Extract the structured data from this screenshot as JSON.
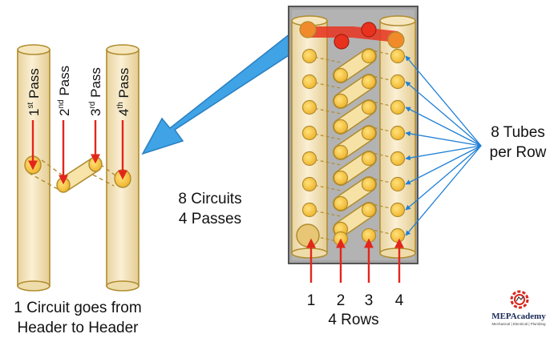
{
  "left_diagram": {
    "pass_labels": [
      {
        "num": "1",
        "sup": "st",
        "word": "Pass"
      },
      {
        "num": "2",
        "sup": "nd",
        "word": "Pass"
      },
      {
        "num": "3",
        "sup": "rd",
        "word": "Pass"
      },
      {
        "num": "4",
        "sup": "th",
        "word": "Pass"
      }
    ],
    "caption_line1": "1 Circuit goes from",
    "caption_line2": "Header to Header"
  },
  "middle": {
    "line1": "8 Circuits",
    "line2": "4 Passes"
  },
  "right_diagram": {
    "row_numbers": [
      "1",
      "2",
      "3",
      "4"
    ],
    "rows_label": "4 Rows",
    "tubes_line1": "8 Tubes",
    "tubes_line2": "per Row"
  },
  "logo": {
    "brand": "MEPAcademy",
    "tagline": "Mechanical | Electrical | Plumbing"
  },
  "colors": {
    "pipe_fill": "#f8e8c0",
    "pipe_stroke": "#b08c2e",
    "tube_end": "#f5c242",
    "arrow_red": "#e3261c",
    "arrow_blue": "#1f7fd6",
    "frame_gray": "#9a9a9a",
    "hot_red": "#e8321e"
  }
}
